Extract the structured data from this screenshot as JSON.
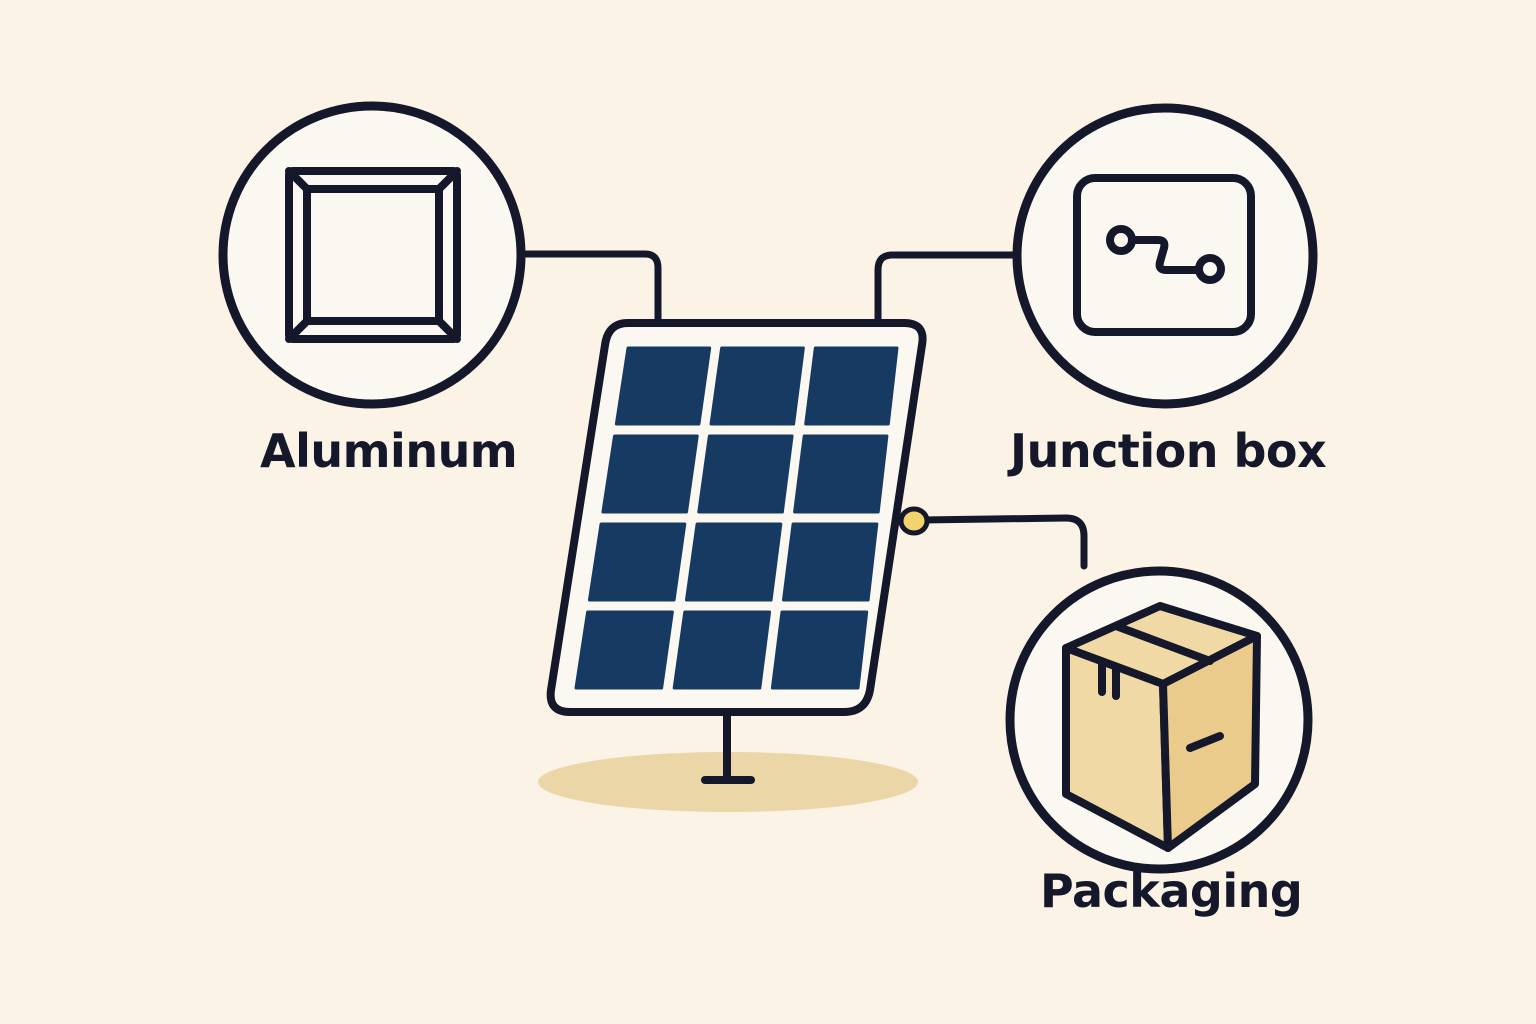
{
  "components": {
    "aluminum": {
      "label": "Aluminum",
      "icon": "aluminum-frame-icon"
    },
    "junction_box": {
      "label": "Junction box",
      "icon": "junction-box-icon"
    },
    "packaging": {
      "label": "Packaging",
      "icon": "cardboard-box-icon"
    }
  },
  "central": {
    "icon": "solar-panel-icon"
  },
  "colors": {
    "background": "#FAF3E6",
    "outline": "#14182A",
    "cell": "#173A63",
    "shadow": "#EBD6A8",
    "box_fill": "#F1D9A6",
    "connector": "#F3D36B"
  }
}
